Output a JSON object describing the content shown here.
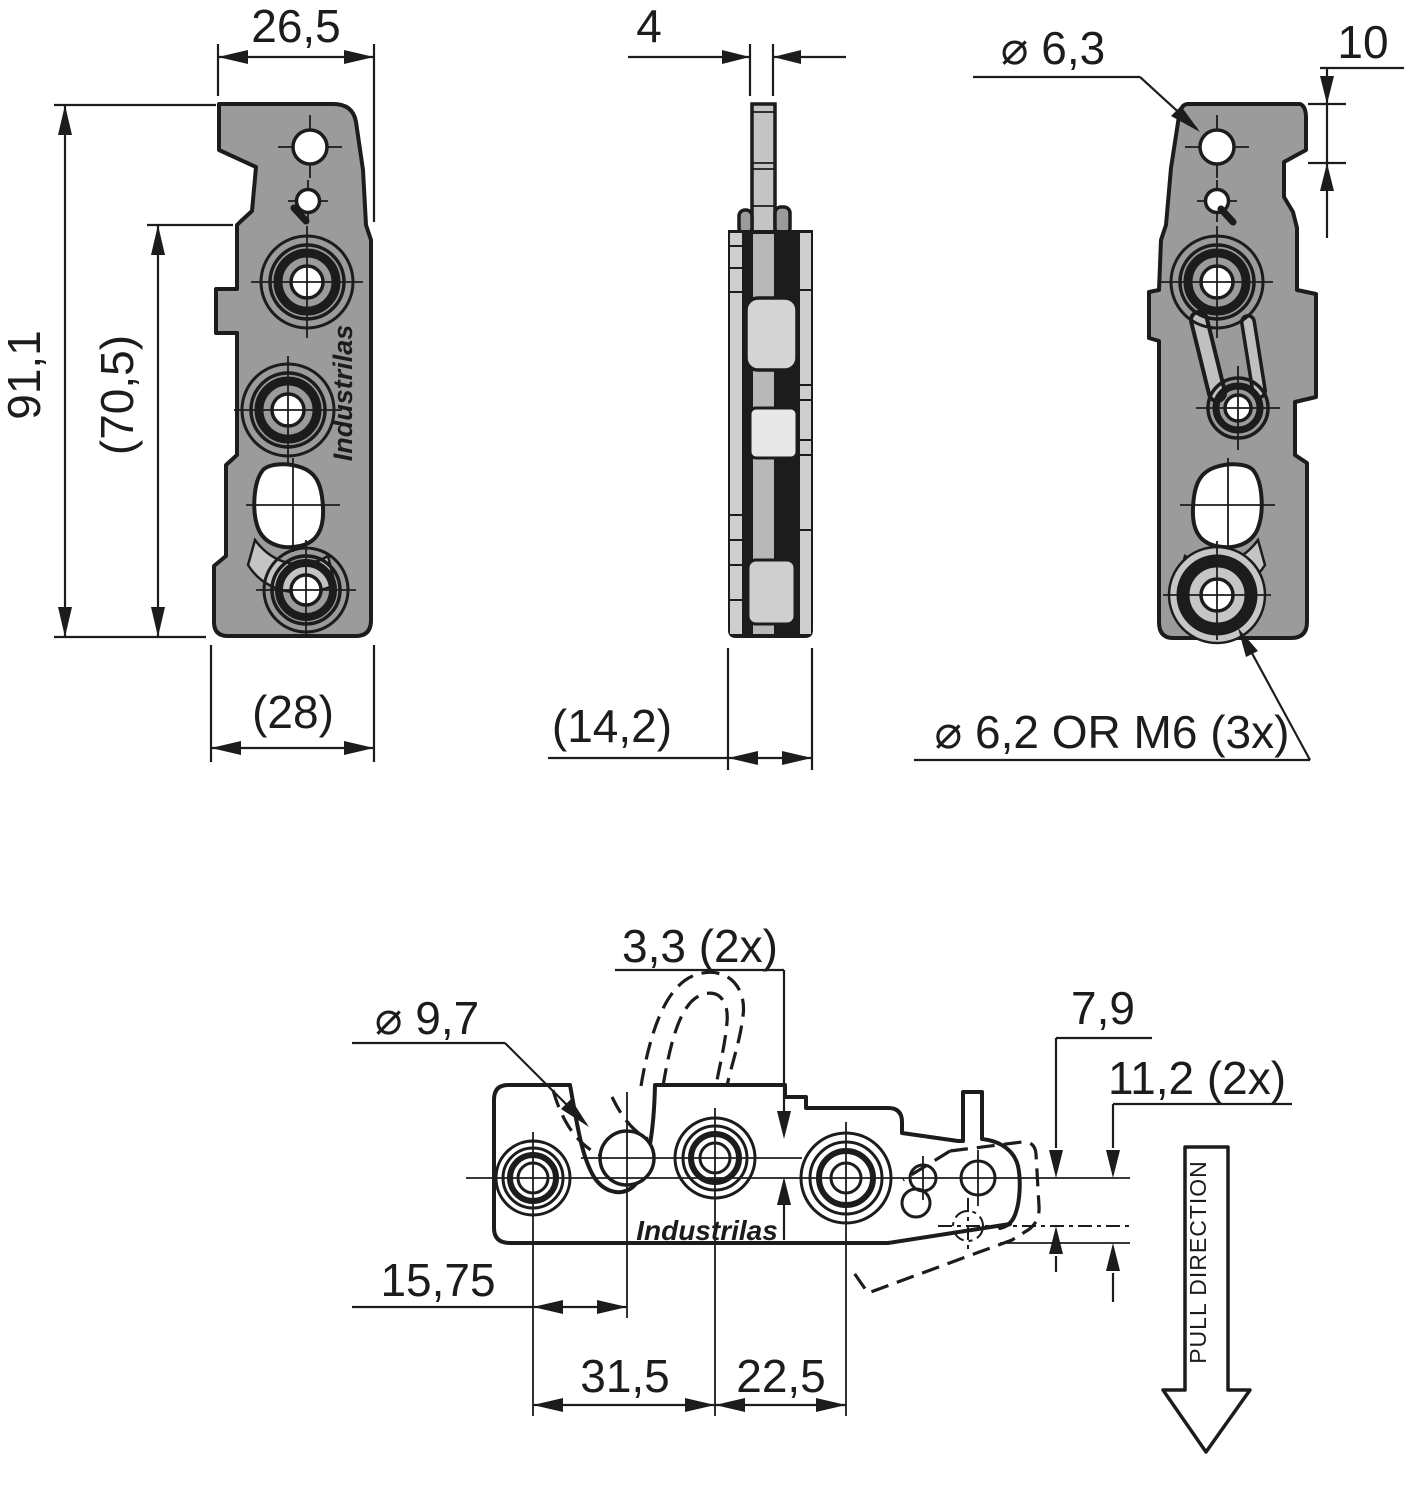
{
  "brand": {
    "name": "Industrilas"
  },
  "dims": {
    "front_width_top": "26,5",
    "front_height": "91,1",
    "front_height_inner": "(70,5)",
    "front_width_bottom": "(28)",
    "side_blade": "4",
    "side_depth": "(14,2)",
    "back_hole_dia": "⌀ 6,3",
    "back_hook_height": "10",
    "back_mount_holes": "⌀ 6,2 OR M6 (3x)",
    "top_slot_offset": "3,3 (2x)",
    "top_keyhole_dia": "⌀ 9,7",
    "top_offset_a": "7,9",
    "top_offset_b": "11,2 (2x)",
    "top_pitch_a": "15,75",
    "top_pitch_b": "31,5",
    "top_pitch_c": "22,5"
  },
  "labels": {
    "pull_direction": "PULL DIRECTION"
  },
  "colors": {
    "line": "#1c1c1c",
    "part_fill": "#9b9b9b",
    "part_fill_light": "#c9c9c9",
    "background": "#ffffff"
  }
}
